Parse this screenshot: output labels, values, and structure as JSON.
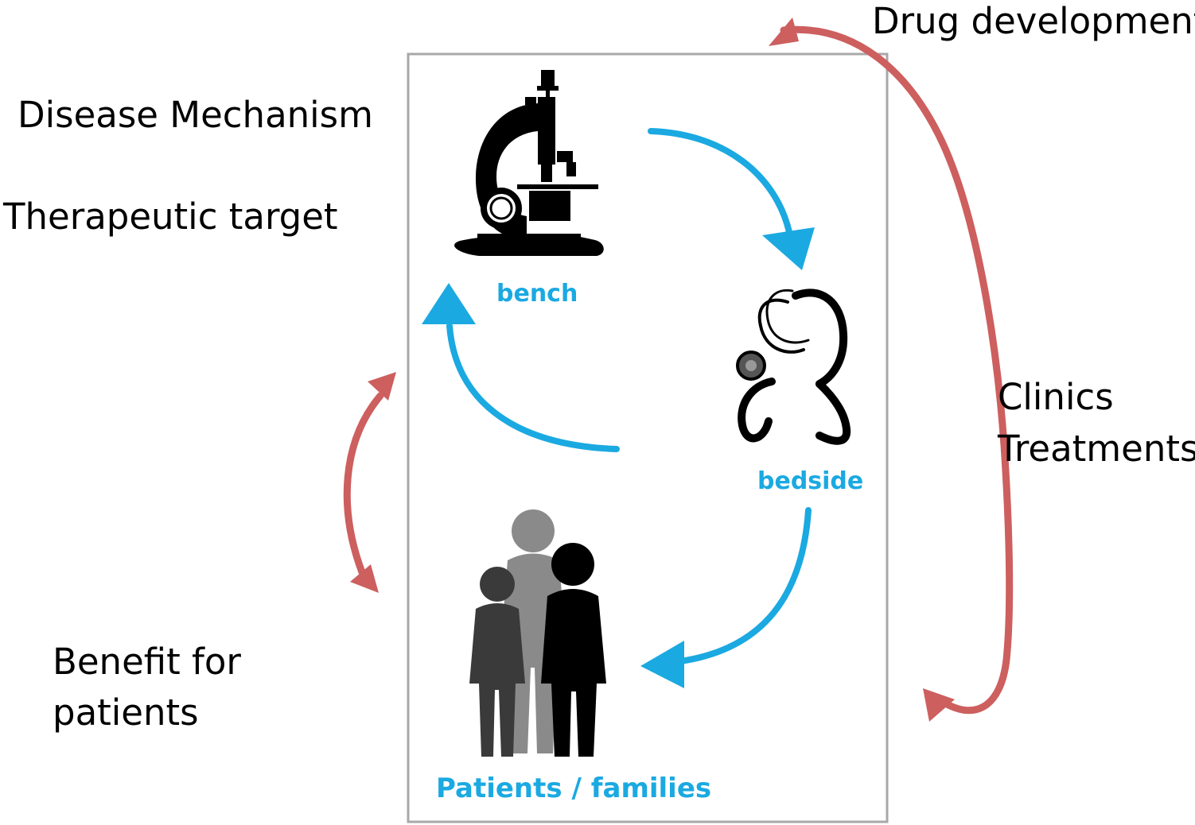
{
  "labels": {
    "disease_mechanism": "Disease Mechanism",
    "therapeutic_target": "Therapeutic target",
    "drug_development": "Drug development",
    "clinics": "Clinics",
    "treatments": "Treatments",
    "benefit_line1": "Benefit for",
    "benefit_line2": "patients"
  },
  "panel_labels": {
    "bench": "bench",
    "bedside": "bedside",
    "patients_families": "Patients / families"
  },
  "icons": [
    "microscope-icon",
    "stethoscope-icon",
    "people-icon"
  ],
  "colors": {
    "cycle_arrow": "#1ba9e1",
    "outer_arrow": "#cd5f5f",
    "panel_border": "#a8a8a8"
  }
}
